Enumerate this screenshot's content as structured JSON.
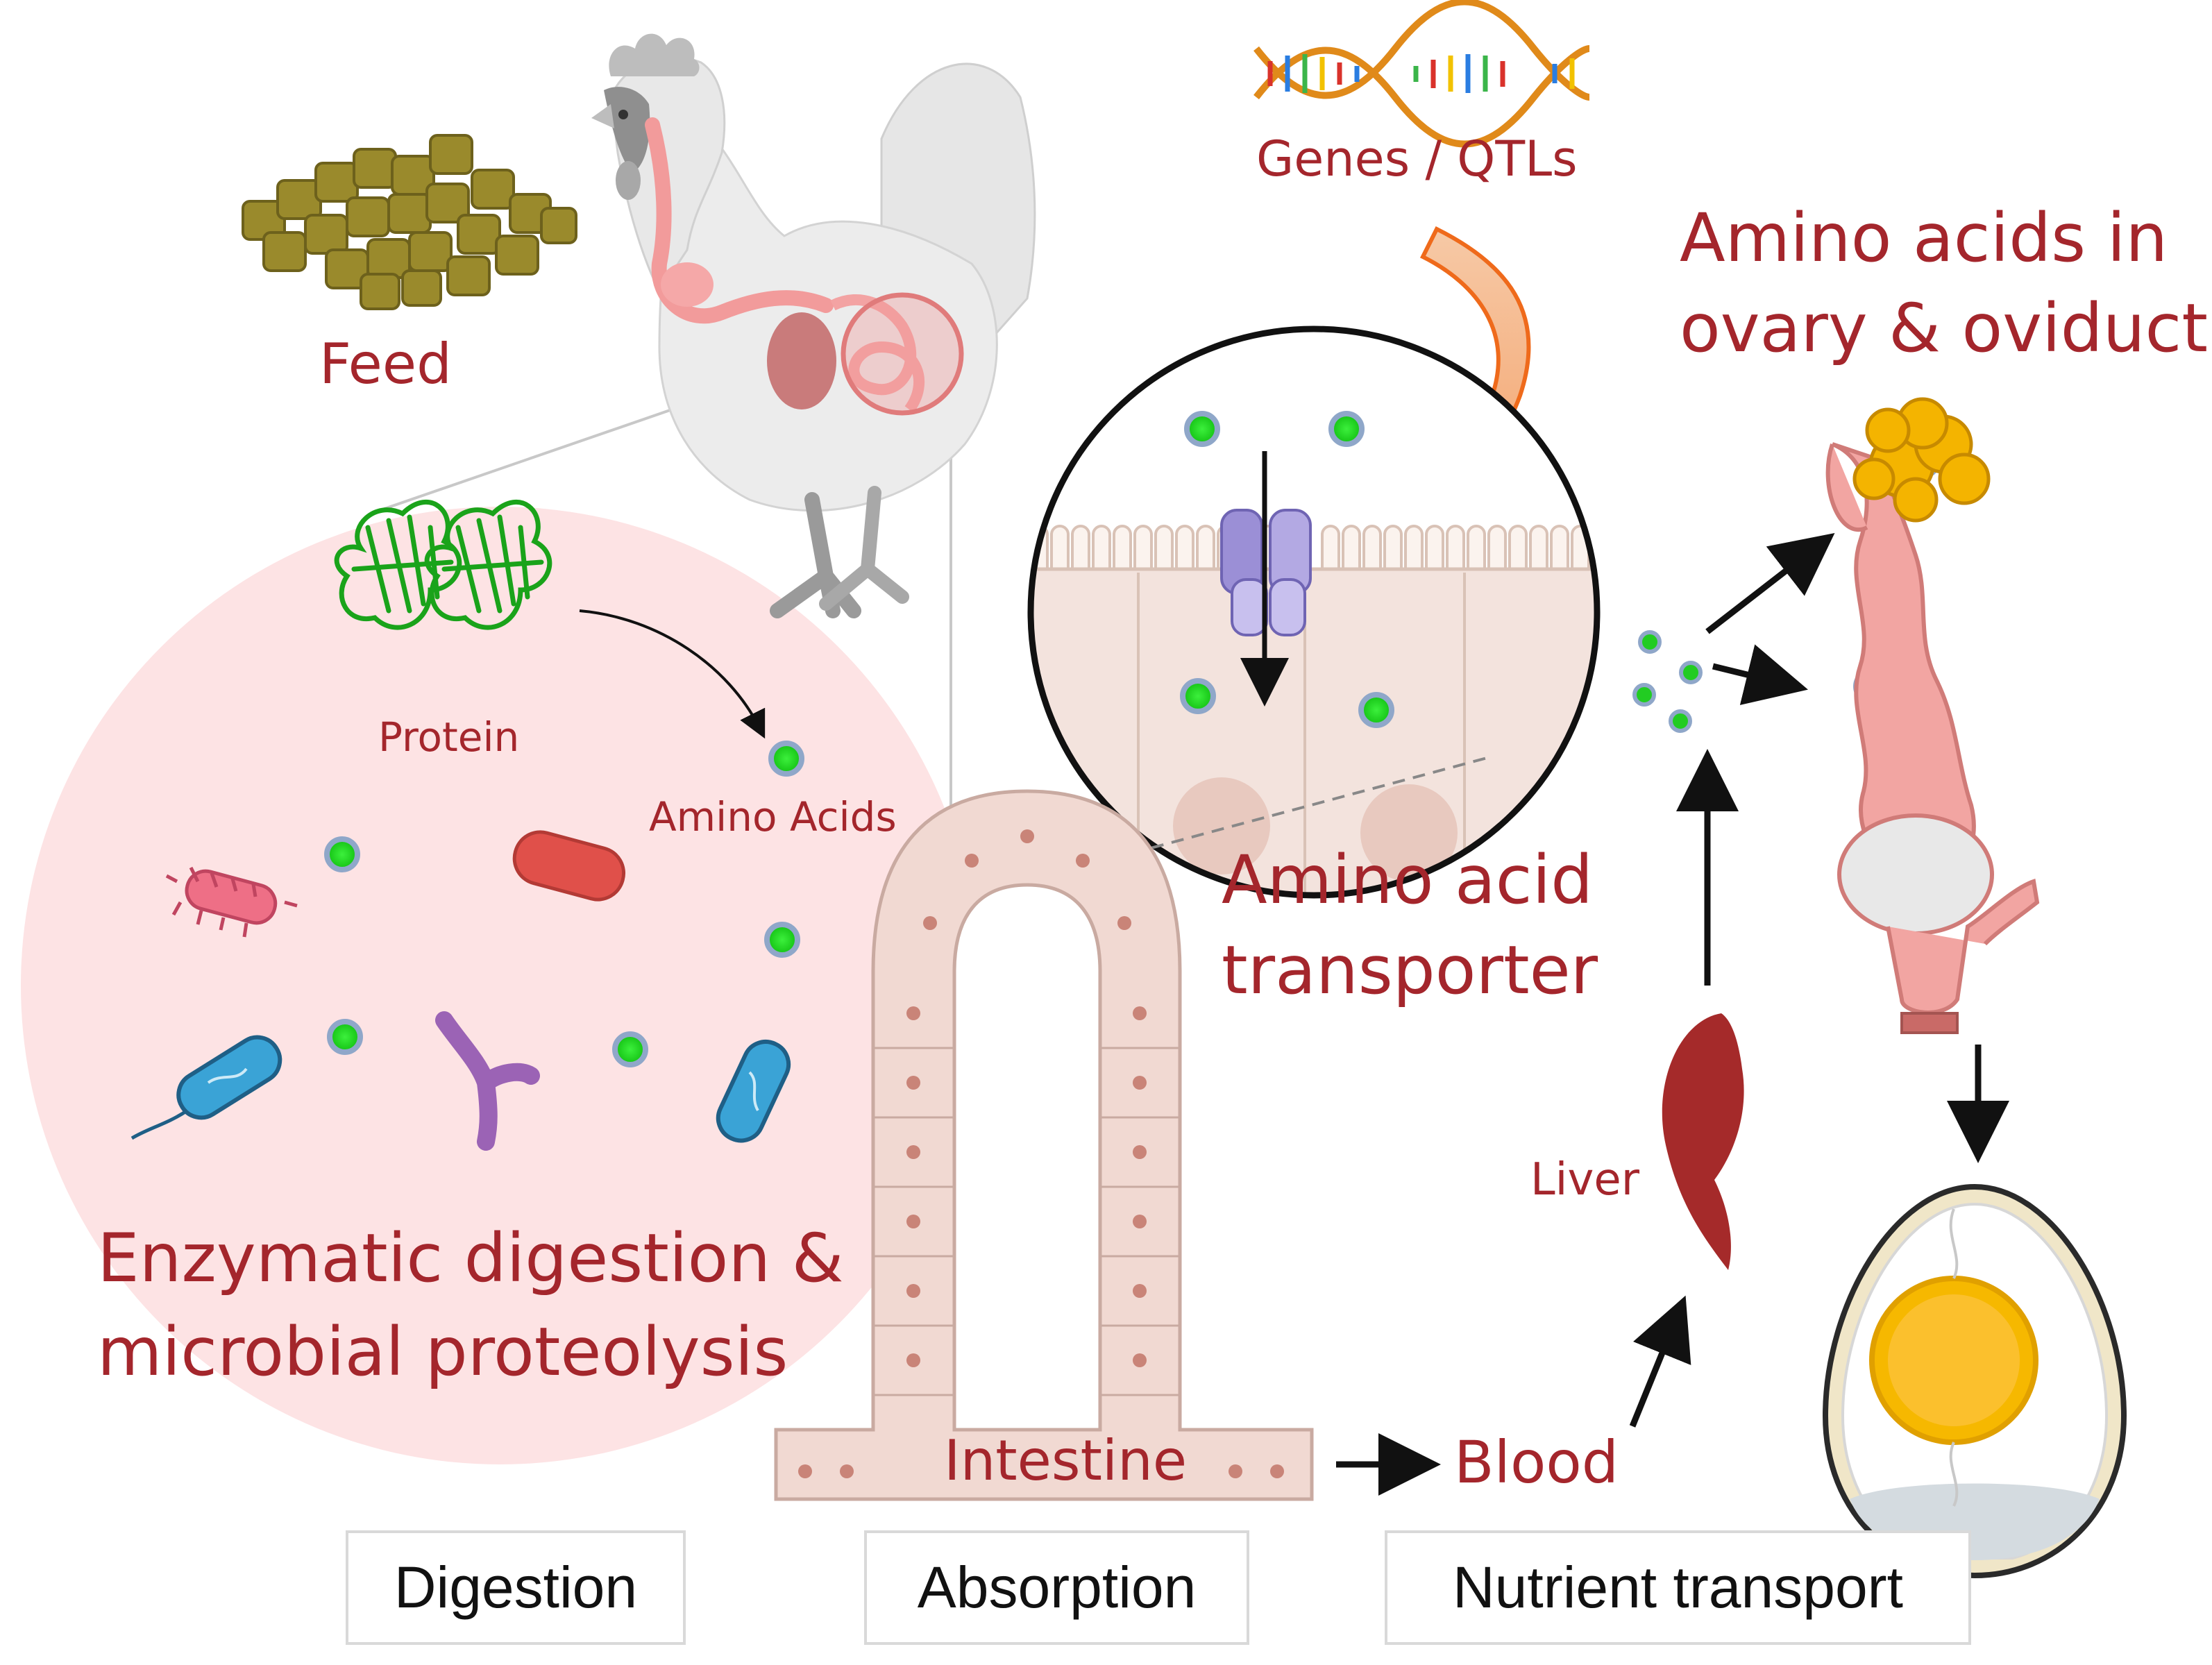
{
  "labels": {
    "feed": "Feed",
    "genes": "Genes / QTLs",
    "ovary_line1": "Amino acids in",
    "ovary_line2": "ovary & oviduct",
    "protein": "Protein",
    "amino_acids": "Amino Acids",
    "transporter_line1": "Amino acid",
    "transporter_line2": "transporter",
    "digestion_line1": "Enzymatic digestion &",
    "digestion_line2": "microbial proteolysis",
    "intestine": "Intestine",
    "blood": "Blood",
    "liver": "Liver"
  },
  "stages": {
    "digestion": "Digestion",
    "absorption": "Absorption",
    "transport": "Nutrient transport"
  },
  "colors": {
    "label_red": "#a4262c",
    "amino_acid_fill": "#22dd22",
    "amino_acid_ring": "#8fa7c9",
    "digestion_bg": "#fde3e4",
    "liver": "#a52a2a"
  }
}
